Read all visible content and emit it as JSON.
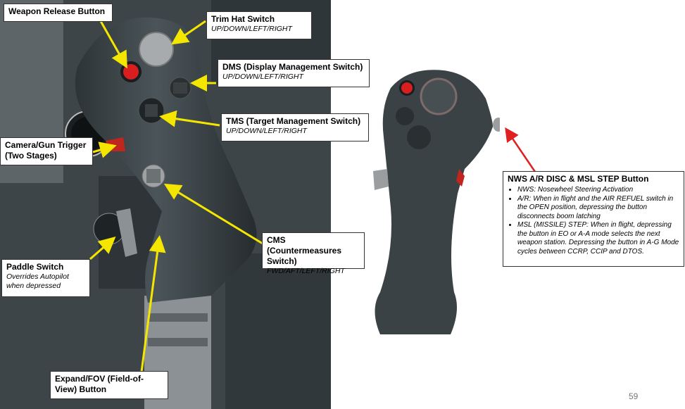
{
  "callouts": {
    "weapon_release": {
      "title": "Weapon Release Button",
      "subtitle": ""
    },
    "trim_hat": {
      "title": "Trim Hat Switch",
      "subtitle": "UP/DOWN/LEFT/RIGHT"
    },
    "dms": {
      "title": "DMS (Display Management Switch)",
      "subtitle": "UP/DOWN/LEFT/RIGHT"
    },
    "tms": {
      "title": "TMS (Target Management Switch)",
      "subtitle": "UP/DOWN/LEFT/RIGHT"
    },
    "camera_trigger": {
      "title": "Camera/Gun Trigger (Two Stages)",
      "subtitle": ""
    },
    "cms": {
      "title": "CMS (Countermeasures Switch)",
      "subtitle": "FWD/AFT/LEFT/RIGHT"
    },
    "paddle": {
      "title": "Paddle Switch",
      "subtitle": "Overrides Autopilot when depressed"
    },
    "expand_fov": {
      "title": "Expand/FOV (Field-of-View) Button",
      "subtitle": ""
    },
    "nws": {
      "title": "NWS A/R DISC & MSL STEP Button",
      "bullets": [
        "NWS: Nosewheel Steering Activation",
        "A/R: When in flight and the AIR REFUEL switch in the OPEN position, depressing the button disconnects boom latching",
        "MSL (MISSILE) STEP: When in flight, depressing the button in EO or A-A mode selects the next weapon station. Depressing the button in A-G Mode cycles between CCRP, CCIP and DTOS."
      ]
    }
  },
  "page_number": "59",
  "colors": {
    "arrow_yellow": "#f5e600",
    "arrow_red": "#e02020",
    "release_button": "#d81e1e",
    "stick_body": "#3a4246"
  }
}
